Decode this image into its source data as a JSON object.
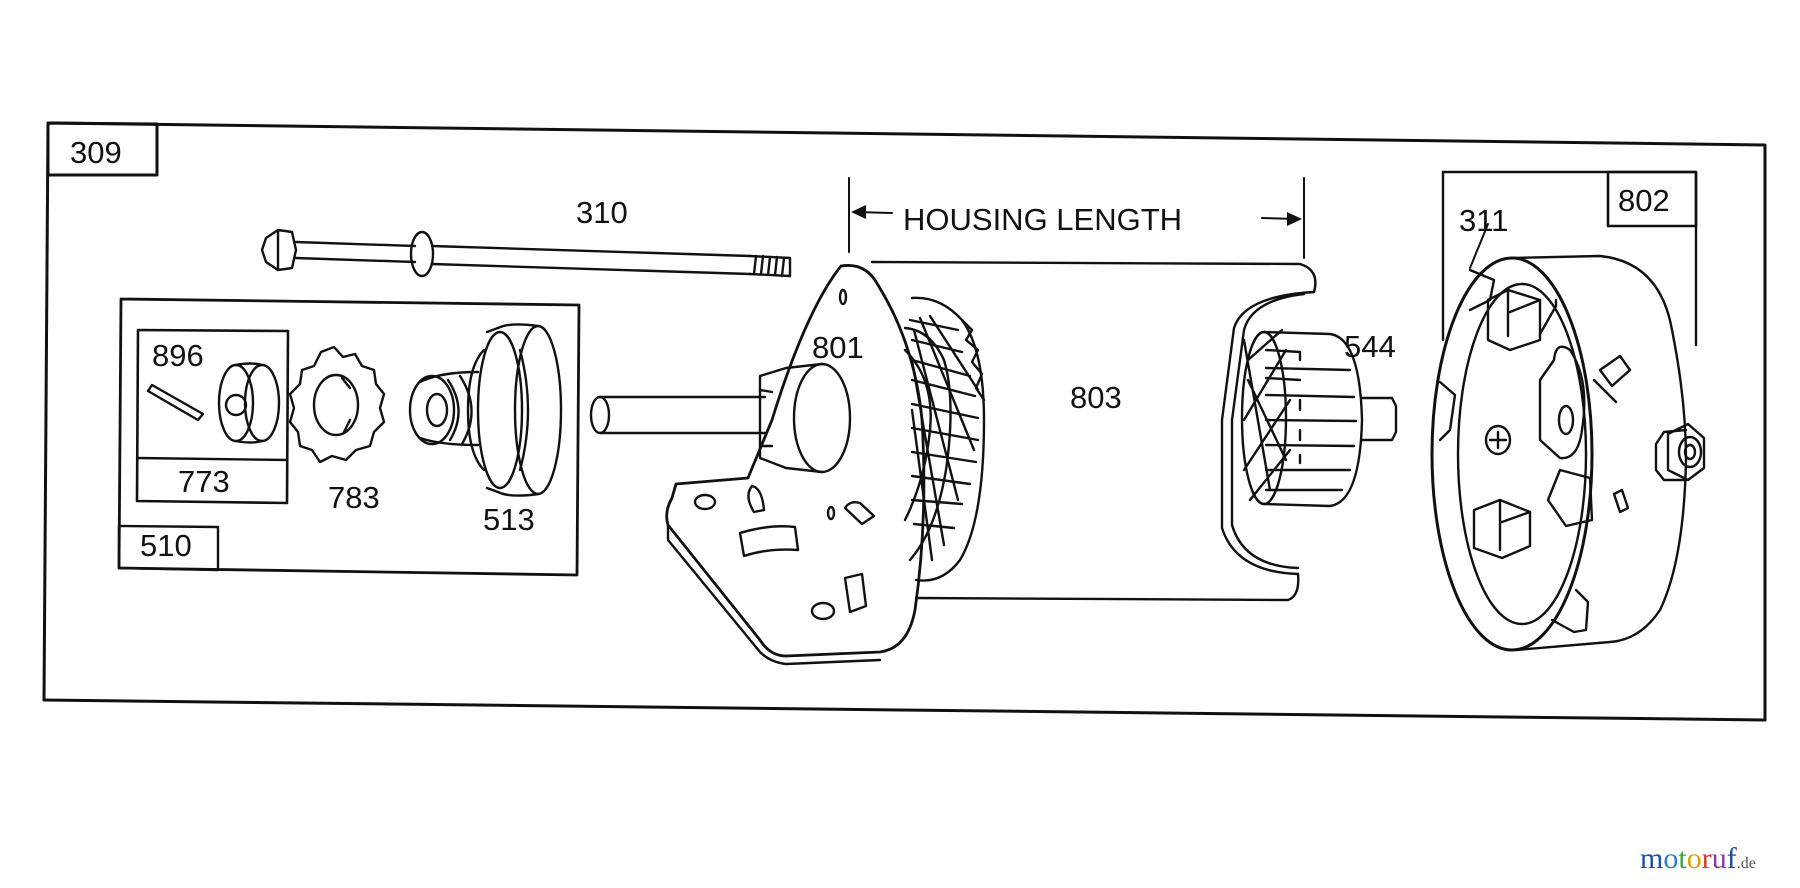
{
  "diagram": {
    "outer_box_label": "309",
    "subassembly_box_label": "510",
    "inner_box_label": "773",
    "dimension_label": "HOUSING LENGTH",
    "end_cap_box_label": "802",
    "part_labels": {
      "thru_bolt": "310",
      "pin": "896",
      "gear": "783",
      "drive": "513",
      "mount_flange": "801",
      "housing": "803",
      "armature": "544",
      "brush": "311"
    }
  },
  "watermark": {
    "letters": [
      "m",
      "o",
      "t",
      "o",
      "r",
      "u",
      "f"
    ],
    "letter_colors": [
      "#1f4fa8",
      "#2e7fd0",
      "#3aa14a",
      "#e2a000",
      "#d23a2c",
      "#8a3aa8",
      "#1f4fa8"
    ],
    "suffix": ".de"
  }
}
